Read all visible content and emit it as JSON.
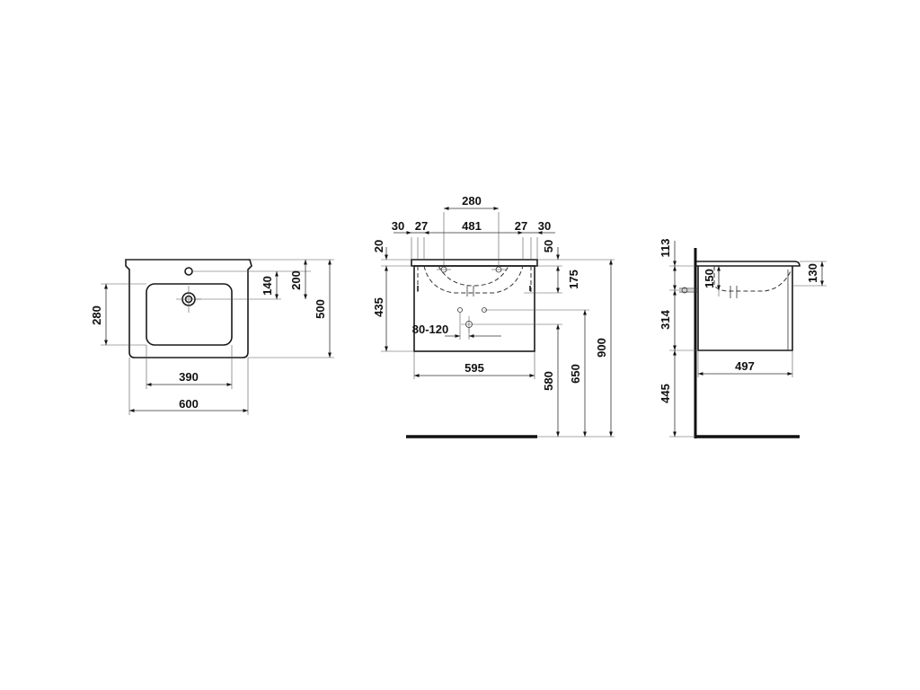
{
  "colors": {
    "line": "#1a1a1a",
    "background": "#ffffff"
  },
  "top_view": {
    "overall_width": "600",
    "bowl_width": "390",
    "overall_depth": "500",
    "bowl_depth": "280",
    "tap_hole_offset": "200",
    "drain_offset": "140"
  },
  "front_view": {
    "drain_spacing": "280",
    "inner_width": "481",
    "left_margin": "30",
    "left_leg": "27",
    "right_leg": "27",
    "right_margin": "30",
    "top_thickness": "20",
    "top_right": "50",
    "bowl_depth": "175",
    "cabinet_height": "435",
    "siphon_range": "80-120",
    "cabinet_width": "595",
    "siphon_height": "580",
    "overflow_height": "650",
    "top_height": "900"
  },
  "side_view": {
    "top_zone": "113",
    "inner_depth": "150",
    "rim_height": "130",
    "drawer_height": "314",
    "cabinet_depth": "497",
    "floor_gap": "445"
  }
}
